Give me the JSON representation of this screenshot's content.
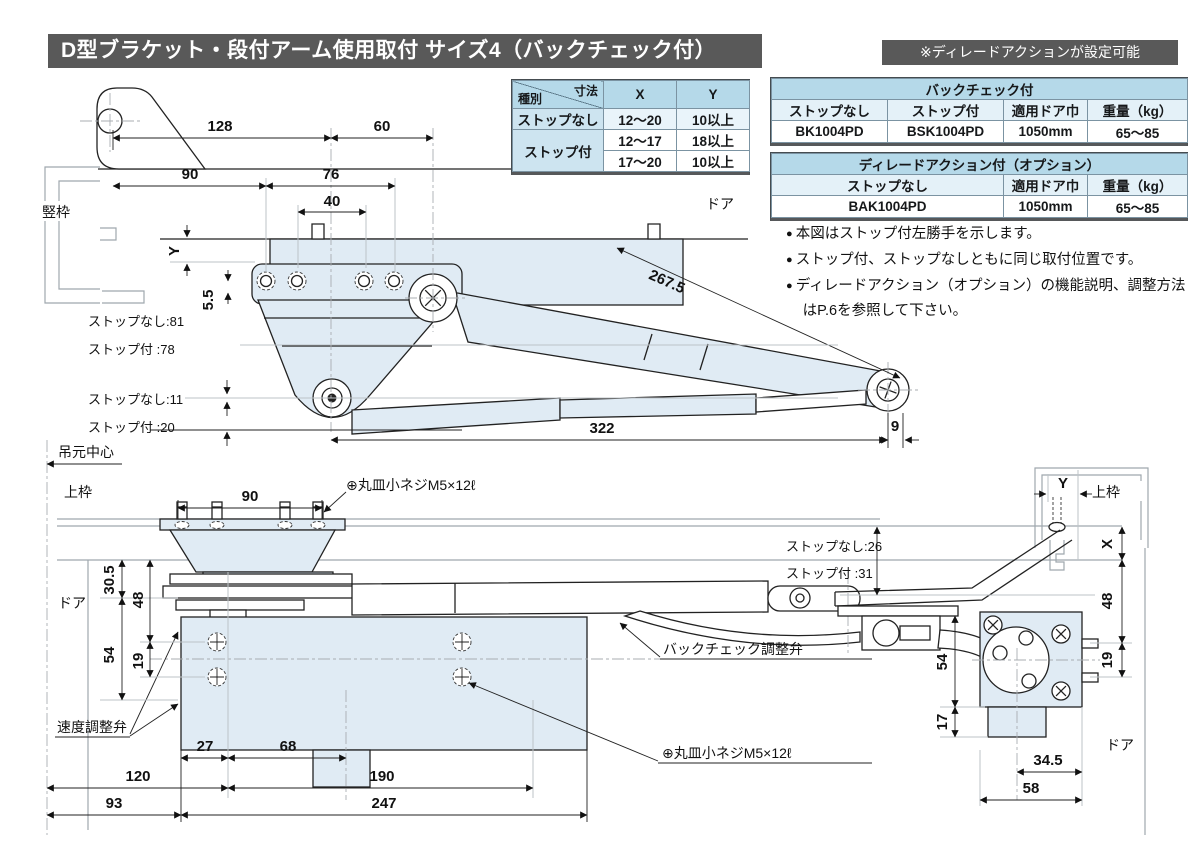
{
  "colors": {
    "header_bg": "#595959",
    "table_title_bg": "#b5d9e9",
    "table_header_bg": "#e4f1f8",
    "table_label_bg": "#cde4f0",
    "drawing_fill": "#e0ebf4",
    "line": "#1a1a1a"
  },
  "header": {
    "title": "D型ブラケット・段付アーム使用取付 サイズ4（バックチェック付）",
    "note": "※ディレードアクションが設定可能"
  },
  "size_table": {
    "corner_top": "寸法",
    "corner_bottom": "種別",
    "col_x": "X",
    "col_y": "Y",
    "r1_label": "ストップなし",
    "r1_x": "12〜20",
    "r1_y": "10以上",
    "r2_label": "ストップ付",
    "r2a_x": "12〜17",
    "r2a_y": "18以上",
    "r2b_x": "17〜20",
    "r2b_y": "10以上"
  },
  "backcheck_table": {
    "title": "バックチェック付",
    "headers": [
      "ストップなし",
      "ストップ付",
      "適用ドア巾",
      "重量（kg）"
    ],
    "values": [
      "BK1004PD",
      "BSK1004PD",
      "1050mm",
      "65〜85"
    ]
  },
  "delayed_table": {
    "title": "ディレードアクション付（オプション）",
    "headers": [
      "ストップなし",
      "適用ドア巾",
      "重量（kg）"
    ],
    "values": [
      "BAK1004PD",
      "1050mm",
      "65〜85"
    ]
  },
  "notes": [
    "本図はストップ付左勝手を示します。",
    "ストップ付、ストップなしともに同じ取付位置です。",
    "ディレードアクション（オプション）の機能説明、調整方法はP.6を参照して下さい。"
  ],
  "plan_view": {
    "labels": {
      "frame": "竪枠",
      "door": "ドア",
      "hinge_center": "吊元中心",
      "stop_none_top": "ストップなし:81",
      "stop_with_top": "ストップ付 :78",
      "stop_none_mid": "ストップなし:11",
      "stop_with_mid": "ストップ付 :20"
    },
    "dims": {
      "d128": "128",
      "d60": "60",
      "d90": "90",
      "d76": "76",
      "d40": "40",
      "dY": "Y",
      "d55": "5.5",
      "d2675": "267.5",
      "d322": "322",
      "d9": "9"
    }
  },
  "front_view": {
    "labels": {
      "frame": "上枠",
      "door": "ドア",
      "screw_top": "⊕丸皿小ネジM5×12ℓ",
      "screw_bottom": "⊕丸皿小ネジM5×12ℓ",
      "speed_valve": "速度調整弁",
      "backcheck_valve": "バックチェック調整弁"
    },
    "dims": {
      "d90": "90",
      "d305": "30.5",
      "d48": "48",
      "d19": "19",
      "d54": "54",
      "d27": "27",
      "d68": "68",
      "d120": "120",
      "d190": "190",
      "d93": "93",
      "d247": "247"
    }
  },
  "side_view": {
    "labels": {
      "frame": "上枠",
      "door": "ドア",
      "stop_none": "ストップなし:26",
      "stop_with": "ストップ付 :31"
    },
    "dims": {
      "dY": "Y",
      "dX": "X",
      "d48": "48",
      "d19": "19",
      "d54": "54",
      "d17": "17",
      "d345": "34.5",
      "d58": "58"
    }
  }
}
